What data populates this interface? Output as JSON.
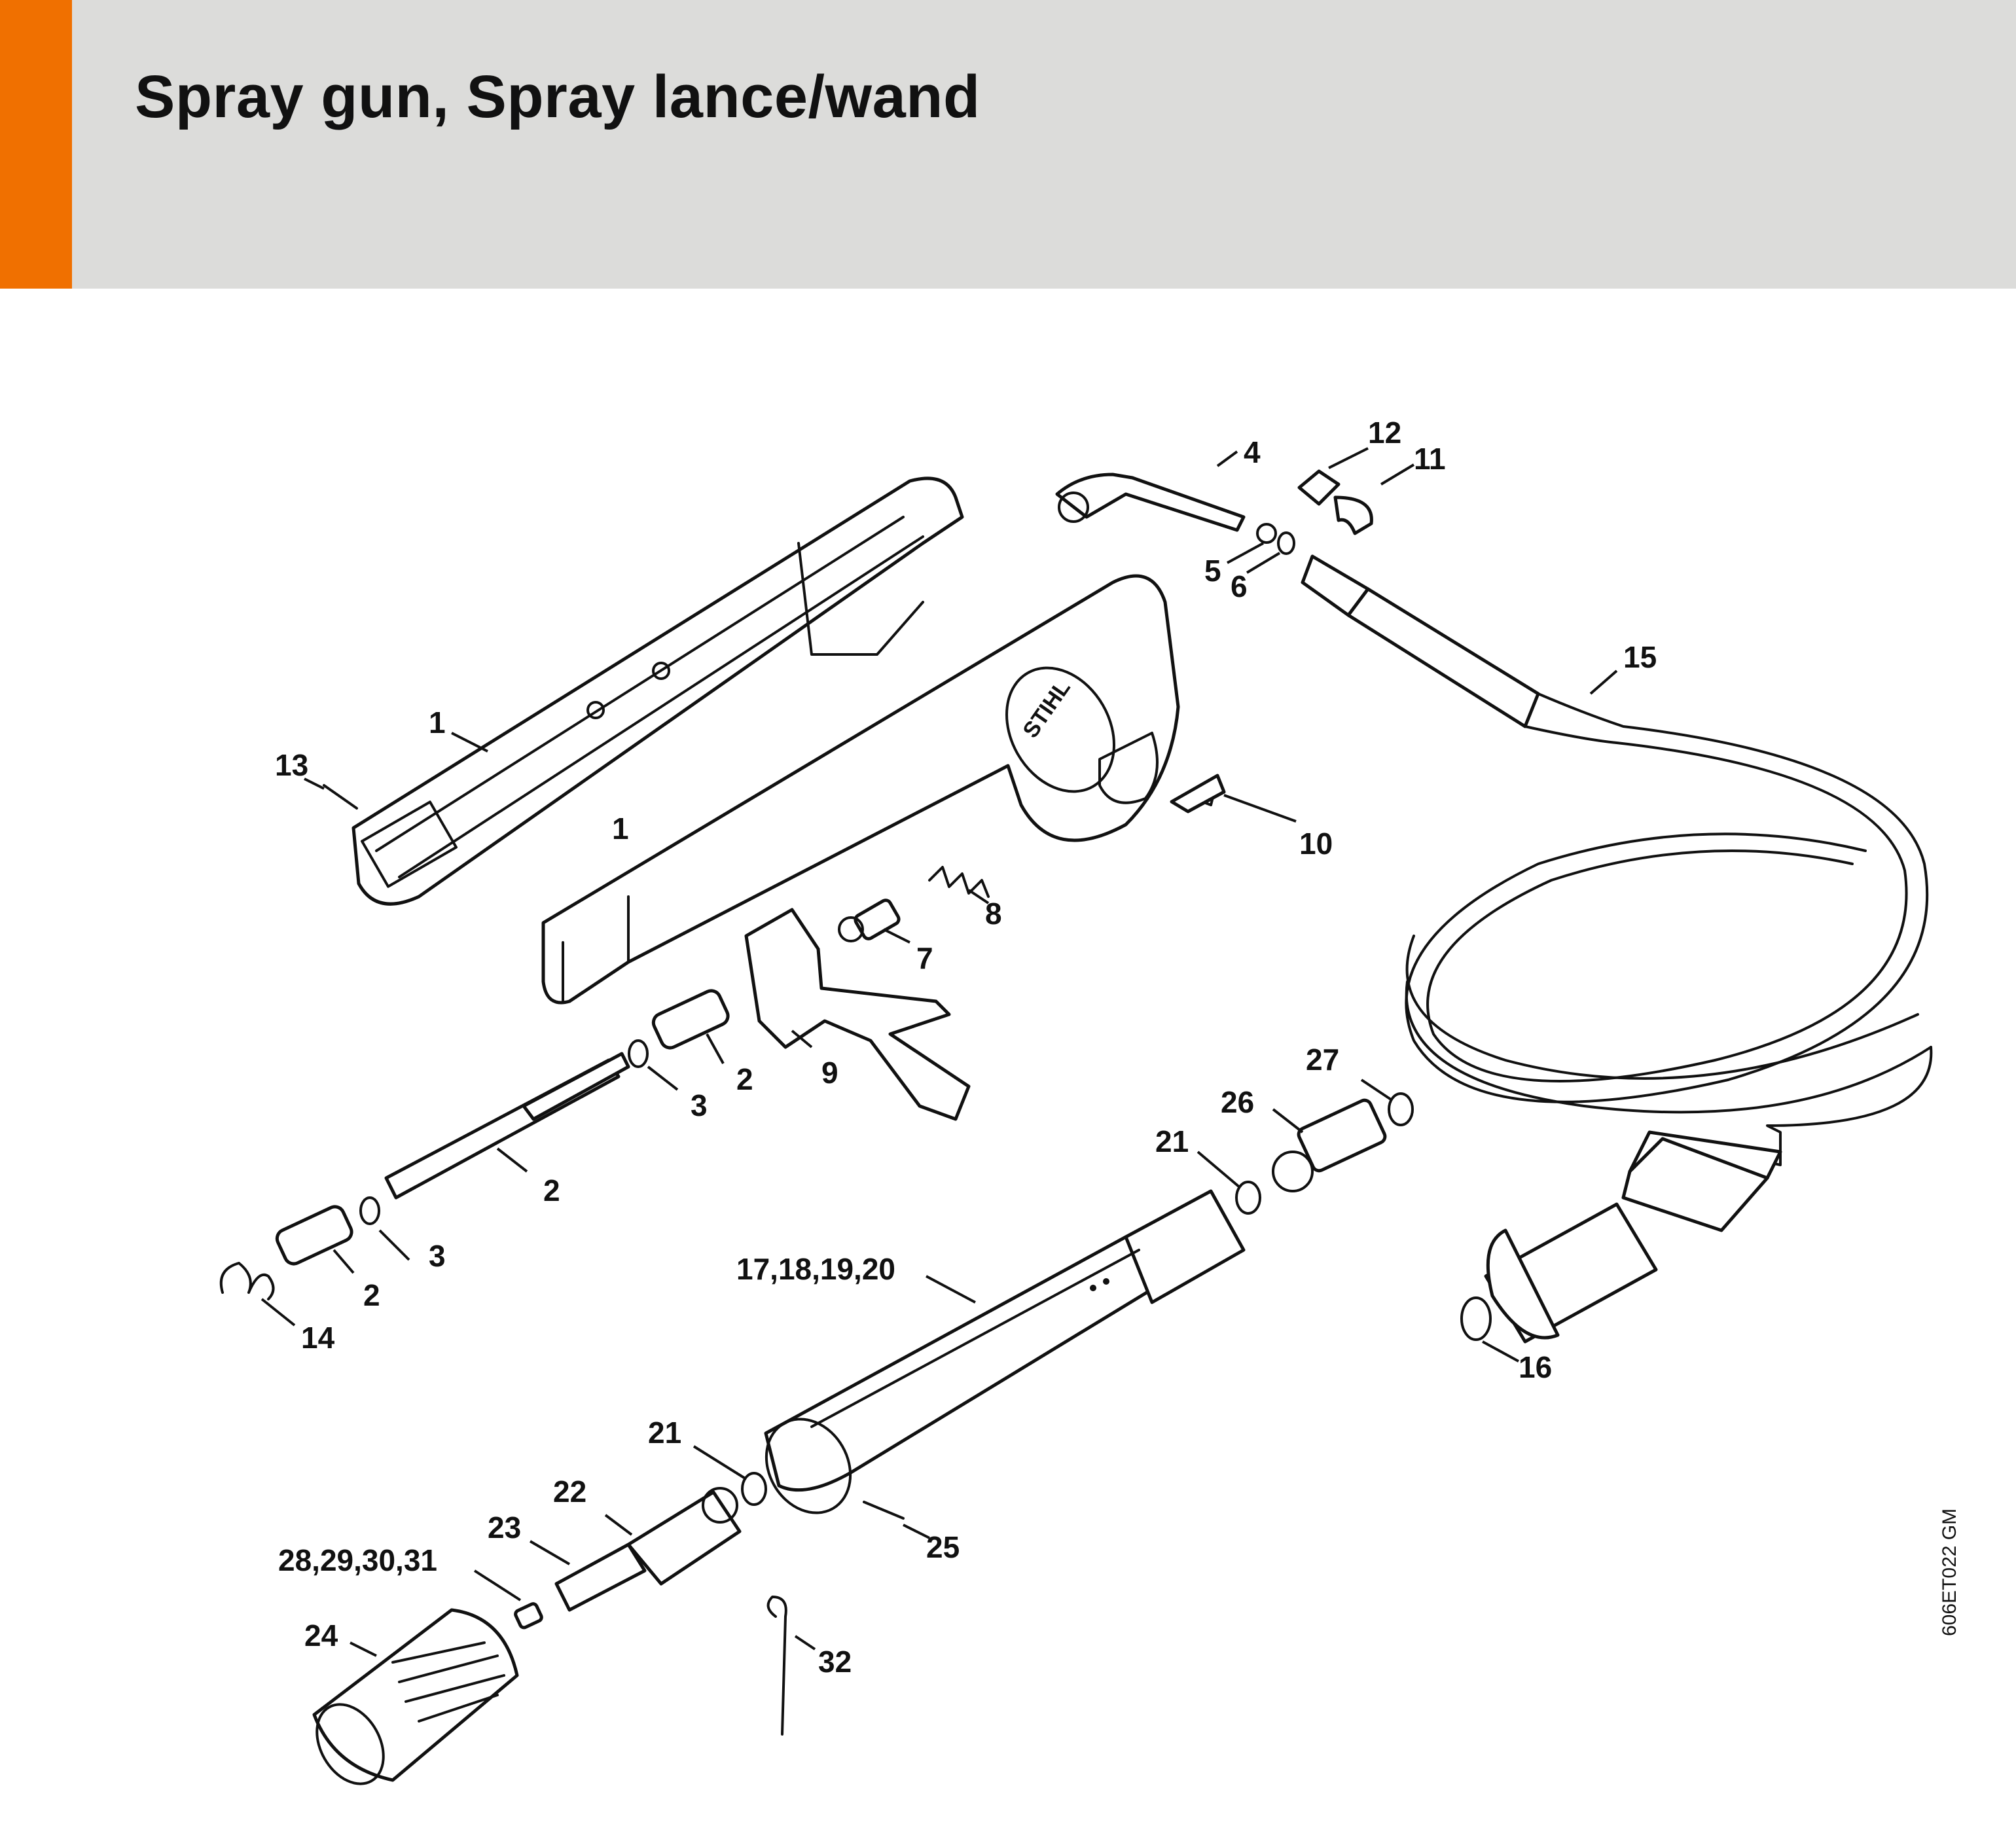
{
  "header": {
    "title": "Spray gun, Spray lance/wand",
    "accent_color": "#f07000",
    "background_color": "#dcdcda"
  },
  "drawing_code": "606ET022 GM",
  "brand_mark": "STIHL",
  "callouts": [
    "1",
    "1",
    "13",
    "4",
    "12",
    "11",
    "5",
    "6",
    "15",
    "10",
    "8",
    "7",
    "9",
    "2",
    "3",
    "2",
    "3",
    "2",
    "14",
    "27",
    "26",
    "21",
    "17,18,19,20",
    "16",
    "21",
    "22",
    "23",
    "25",
    "28,29,30,31",
    "24",
    "32"
  ]
}
